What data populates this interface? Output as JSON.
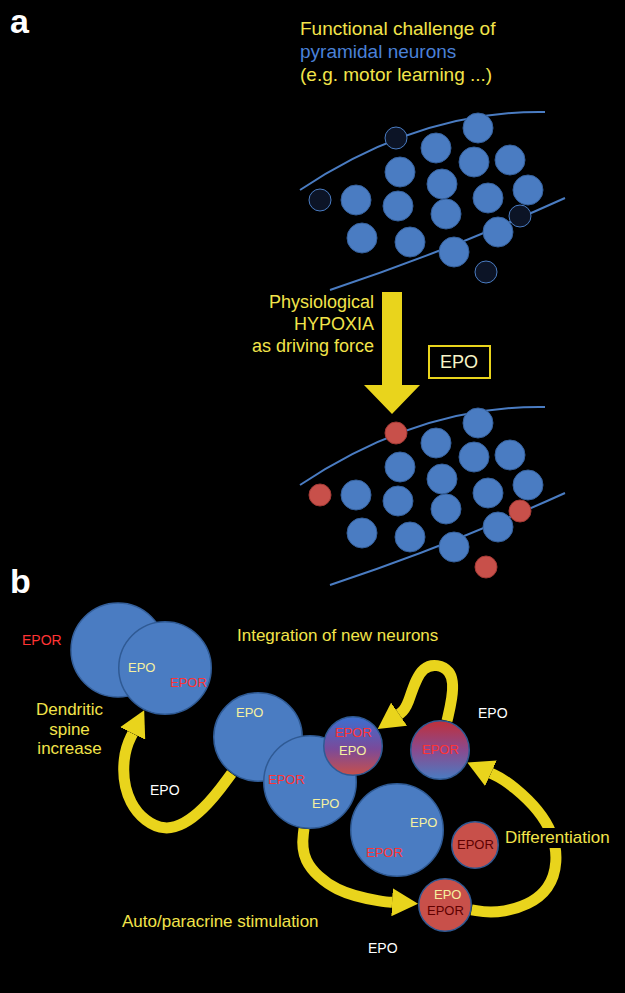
{
  "diagram": {
    "nodes": [
      {
        "text": [
          "EPO"
        ]
      },
      {
        "text": [
          "EPO",
          "EPOR"
        ]
      },
      {
        "text": [
          "EPO"
        ]
      },
      {
        "text": [
          "EPOR",
          "EPO"
        ]
      },
      {
        "text": [
          "EPOR",
          "EPO"
        ]
      },
      {
        "text": [
          "EPOR"
        ]
      },
      {
        "text": [
          "EPO",
          "EPOR"
        ]
      },
      {
        "text": [
          "EPOR"
        ]
      },
      {
        "text": [
          "EPO",
          "EPOR"
        ]
      }
    ],
    "edges": [
      {
        "from": 2,
        "to": 1,
        "arrow": "to",
        "label": "Dendritic spine increase"
      },
      {
        "from": 5,
        "to": 4,
        "arrow": "to",
        "label": "Integration of new neurons"
      },
      {
        "from": 3,
        "to": 8,
        "arrow": "to",
        "label": "Auto/paracrine stimulation"
      },
      {
        "from": 8,
        "to": 5,
        "arrow": "to",
        "label": "Differentiation"
      }
    ],
    "labels": [
      "a",
      "Functional challenge of",
      "pyramidal neurons",
      "(e.g. motor learning ...)",
      "Physiological",
      "HYPOXIA",
      "as driving force",
      "b",
      "EPOR",
      "EPO",
      "EPO",
      "EPO"
    ]
  }
}
